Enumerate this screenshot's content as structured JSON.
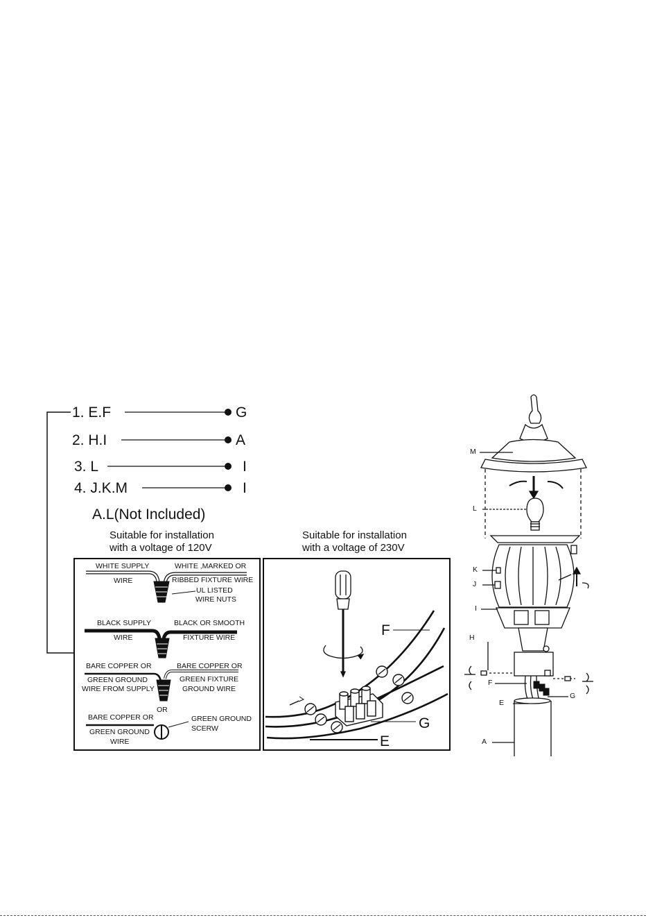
{
  "steps": [
    {
      "label": "1. E.F",
      "target": "G"
    },
    {
      "label": "2. H.I",
      "target": "A"
    },
    {
      "label": "3. L",
      "target": "I"
    },
    {
      "label": "4. J.K.M",
      "target": "I"
    }
  ],
  "not_included": "A.L(Not Included)",
  "panel_120v": {
    "caption_line1": "Suitable for installation",
    "caption_line2": "with a voltage of 120V",
    "white_supply": "WHITE SUPPLY",
    "wire_1": "WIRE",
    "white_marked": "WHITE ,MARKED OR",
    "ribbed_fixture": "RIBBED FIXTURE WIRE",
    "ul_listed": "UL LISTED",
    "wire_nuts": "WIRE NUTS",
    "black_supply": "BLACK SUPPLY",
    "wire_2": "WIRE",
    "black_smooth": "BLACK OR SMOOTH",
    "fixture_wire": "FIXTURE WIRE",
    "bare_copper_1": "BARE COPPER OR",
    "green_ground_1": "GREEN GROUND",
    "wire_from_supply": "WIRE FROM SUPPLY",
    "bare_copper_2": "BARE COPPER OR",
    "green_fixture": "GREEN FIXTURE",
    "ground_wire": "GROUND WIRE",
    "or": "OR",
    "bare_copper_3": "BARE COPPER OR",
    "green_ground_2": "GREEN GROUND",
    "wire_3": "WIRE",
    "green_ground_screw_1": "GREEN GROUND",
    "green_ground_screw_2": "SCERW"
  },
  "panel_230v": {
    "caption_line1": "Suitable for installation",
    "caption_line2": "with a voltage of 230V",
    "label_f": "F",
    "label_g": "G",
    "label_e": "E"
  },
  "lamp_labels": {
    "m": "M",
    "l": "L",
    "k": "K",
    "j": "J",
    "i": "I",
    "h": "H",
    "f": "F",
    "e": "E",
    "g": "G",
    "a": "A"
  }
}
